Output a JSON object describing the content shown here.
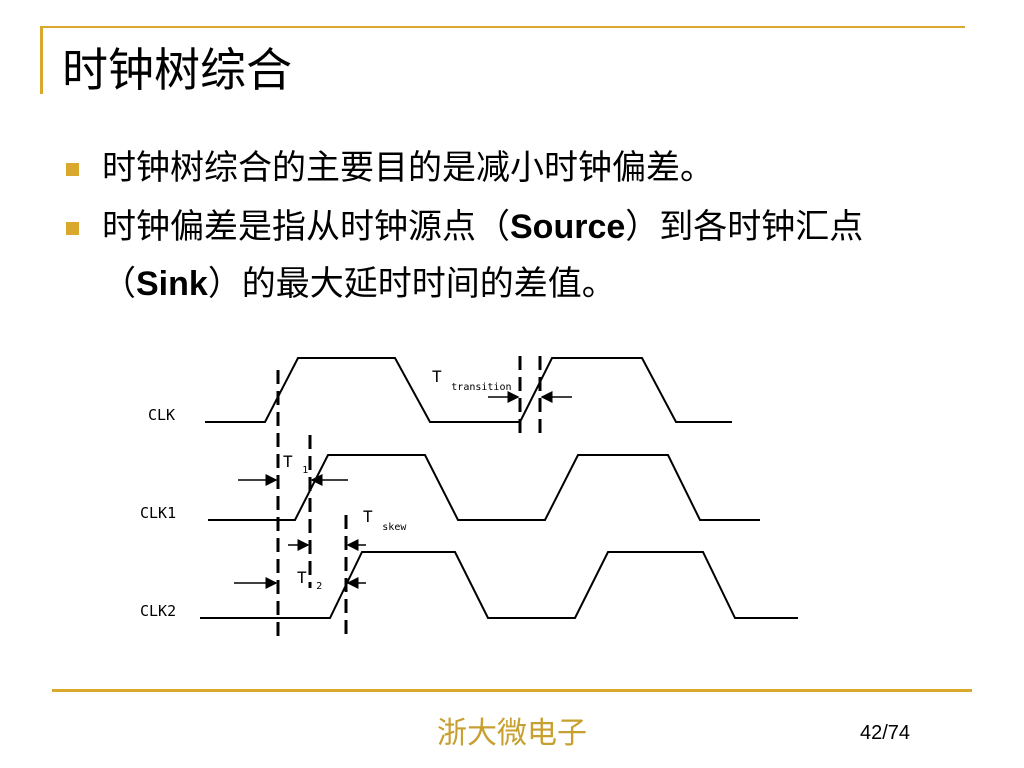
{
  "slide": {
    "title": "时钟树综合",
    "bullets": [
      {
        "segments": [
          "时钟树综合的主要目的是减小时钟偏差。"
        ]
      },
      {
        "segments": [
          "时钟偏差是指从时钟源点（",
          "Source",
          "）到各时钟汇点（",
          "Sink",
          "）的最大延时时间的差值。"
        ]
      }
    ]
  },
  "diagram": {
    "signals": [
      {
        "name": "CLK"
      },
      {
        "name": "CLK1"
      },
      {
        "name": "CLK2"
      }
    ],
    "annotations": {
      "transition": {
        "symbol": "T",
        "subscript": "transition"
      },
      "t1": {
        "symbol": "T",
        "subscript": "1"
      },
      "skew": {
        "symbol": "T",
        "subscript": "skew"
      },
      "t2": {
        "symbol": "T",
        "subscript": "2"
      }
    }
  },
  "footer": {
    "organization": "浙大微电子",
    "page": "42/74"
  },
  "colors": {
    "accent": "#d9a82c",
    "footer_text": "#c8a030"
  }
}
